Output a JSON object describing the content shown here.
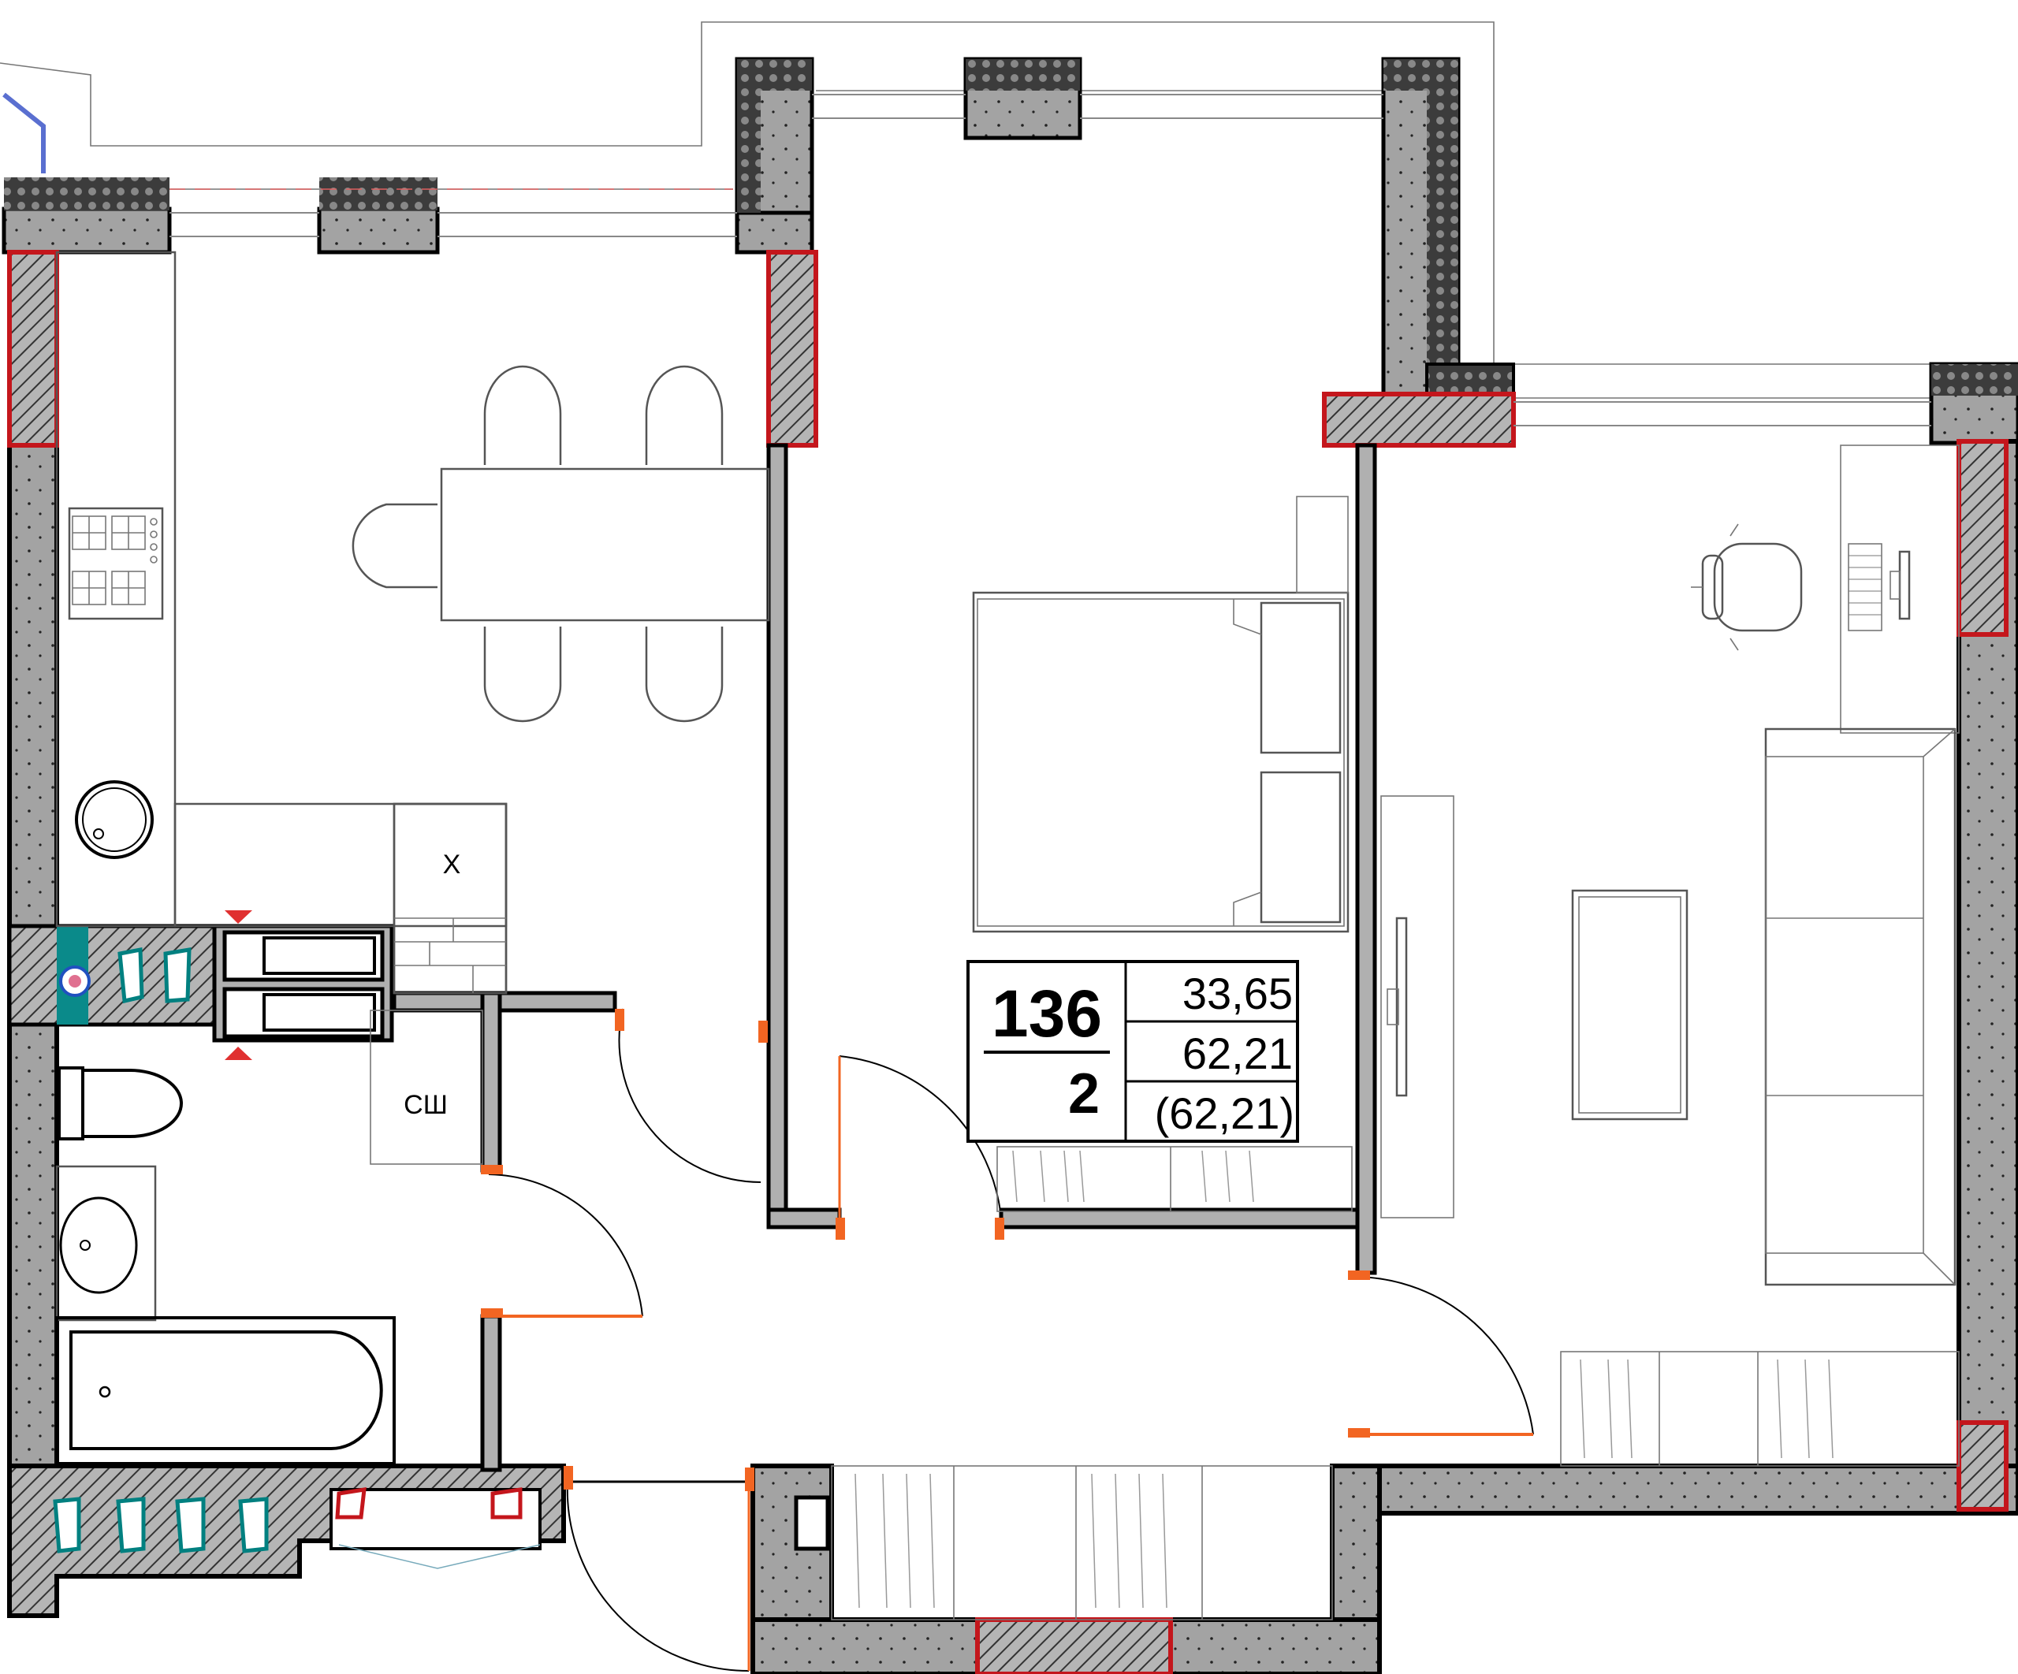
{
  "apartment": {
    "number": "136",
    "rooms": "2",
    "living_area": "33,65",
    "total_area": "62,21",
    "total_area_with_balcony": "(62,21)"
  },
  "labels": {
    "refrigerator_mark": "Х",
    "wardrobe_mark": "СШ"
  },
  "colors": {
    "wall_fill": "#9e9e9e",
    "wall_outline": "#000000",
    "window_block_outline": "#c4161c",
    "door_marker": "#f26522",
    "ventilation": "#008080",
    "accent_blue": "#5a6fd0"
  }
}
